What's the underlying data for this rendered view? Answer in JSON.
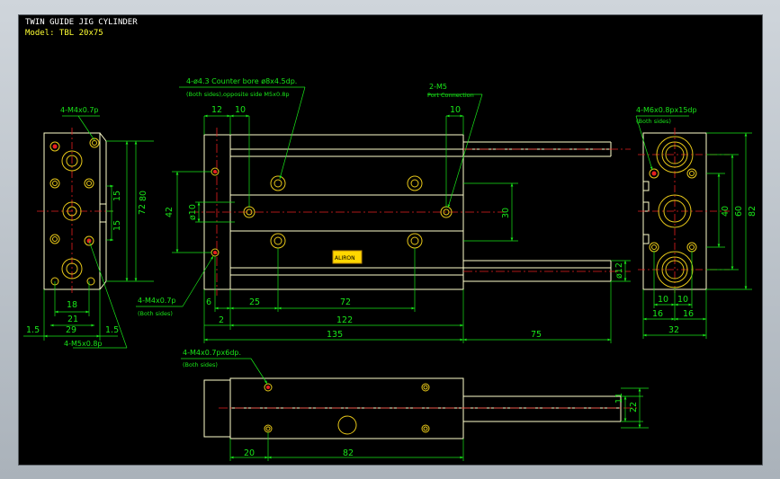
{
  "title": "TWIN GUIDE JIG CYLINDER",
  "model": "Model: TBL 20x75",
  "colors": {
    "background": "#000000",
    "outline": "#ffffcc",
    "dimension": "#19e619",
    "centerline": "#e62020",
    "hole": "#e6c619",
    "label_plate": "#ffd700"
  },
  "front_view": {
    "callout_counterbore": "4-ø4.3 Counter bore ø8x4.5dp.",
    "callout_counterbore_note": "(Both sides),opposite side M5x0.8p",
    "callout_port": "2-M5",
    "callout_port_note": "Port Connection",
    "callout_thread": "4-M4x0.7p",
    "callout_thread_note": "(Both sides)",
    "dims": {
      "d12": "12",
      "d10a": "10",
      "d10b": "10",
      "d42": "42",
      "d_phi10": "ø10",
      "d30": "30",
      "d_phi12": "ø12",
      "d6": "6",
      "d25": "25",
      "d72": "72",
      "d2": "2",
      "d122": "122",
      "d135": "135",
      "d75": "75"
    },
    "plate_text": "ALIRON"
  },
  "left_view": {
    "callout_top": "4-M4x0.7p",
    "callout_bottom": "4-M5x0.8p",
    "dims": {
      "d72": "72",
      "d80": "80",
      "d15a": "15",
      "d15b": "15",
      "d18": "18",
      "d21": "21",
      "d29": "29",
      "d15_left": "1.5",
      "d15_right": "1.5"
    }
  },
  "right_view": {
    "callout": "4-M6x0.8px15dp",
    "callout_note": "(Both sides)",
    "dims": {
      "d82": "82",
      "d60": "60",
      "d40": "40",
      "d10a": "10",
      "d10b": "10",
      "d16a": "16",
      "d16b": "16",
      "d32": "32"
    }
  },
  "bottom_view": {
    "callout": "4-M4x0.7px6dp.",
    "callout_note": "(Both sides)",
    "dims": {
      "d11": "11",
      "d22": "22",
      "d20": "20",
      "d82": "82"
    }
  }
}
